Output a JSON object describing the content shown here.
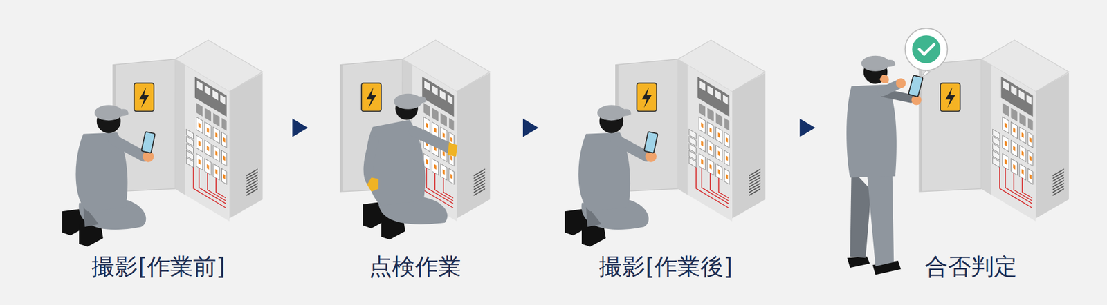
{
  "diagram": {
    "nodes": [
      {
        "text": [
          "撮影[作業前]"
        ]
      },
      {
        "text": [
          "点検作業"
        ]
      },
      {
        "text": [
          "撮影[作業後]"
        ]
      },
      {
        "text": [
          "合否判定"
        ]
      }
    ],
    "edges": [
      {
        "from": 0,
        "to": 1,
        "arrow": "to"
      },
      {
        "from": 1,
        "to": 2,
        "arrow": "to"
      },
      {
        "from": 2,
        "to": 3,
        "arrow": "to"
      }
    ]
  }
}
